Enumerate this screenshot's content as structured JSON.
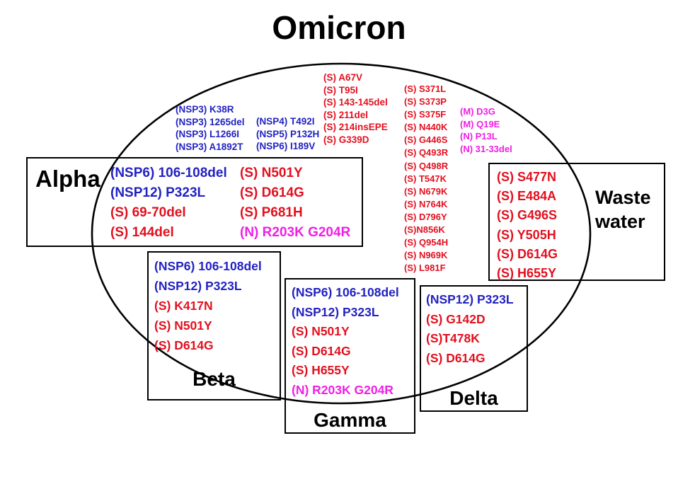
{
  "title": "Omicron",
  "colors": {
    "blue": "#2222C2",
    "red": "#E2101F",
    "magenta": "#EF1FE4",
    "black": "#000000"
  },
  "omicron": {
    "nsp3_column": [
      {
        "text": "(NSP3) K38R",
        "color": "blue"
      },
      {
        "text": "(NSP3) 1265del",
        "color": "blue"
      },
      {
        "text": "(NSP3) L1266I",
        "color": "blue"
      },
      {
        "text": "(NSP3) A1892T",
        "color": "blue"
      }
    ],
    "nsp456_column": [
      {
        "text": "(NSP4) T492I",
        "color": "blue"
      },
      {
        "text": "(NSP5) P132H",
        "color": "blue"
      },
      {
        "text": "(NSP6) I189V",
        "color": "blue"
      }
    ],
    "s_top_column": [
      {
        "text": "(S) A67V",
        "color": "red"
      },
      {
        "text": "(S) T95I",
        "color": "red"
      },
      {
        "text": "(S) 143-145del",
        "color": "red"
      },
      {
        "text": "(S) 211del",
        "color": "red"
      },
      {
        "text": "(S) 214insEPE",
        "color": "red"
      },
      {
        "text": "(S) G339D",
        "color": "red"
      }
    ],
    "s_tall_column": [
      {
        "text": "(S) S371L",
        "color": "red"
      },
      {
        "text": "(S) S373P",
        "color": "red"
      },
      {
        "text": "(S) S375F",
        "color": "red"
      },
      {
        "text": "(S) N440K",
        "color": "red"
      },
      {
        "text": "(S) G446S",
        "color": "red"
      },
      {
        "text": "(S) Q493R",
        "color": "red"
      },
      {
        "text": "(S) Q498R",
        "color": "red"
      },
      {
        "text": "(S) T547K",
        "color": "red"
      },
      {
        "text": "(S) N679K",
        "color": "red"
      },
      {
        "text": "(S) N764K",
        "color": "red"
      },
      {
        "text": "(S) D796Y",
        "color": "red"
      },
      {
        "text": "(S)N856K",
        "color": "red"
      },
      {
        "text": "(S) Q954H",
        "color": "red"
      },
      {
        "text": "(S) N969K",
        "color": "red"
      },
      {
        "text": "(S) L981F",
        "color": "red"
      }
    ],
    "mn_column": [
      {
        "text": "(M) D3G",
        "color": "magenta"
      },
      {
        "text": "(M) Q19E",
        "color": "magenta"
      },
      {
        "text": "(N) P13L",
        "color": "magenta"
      },
      {
        "text": "(N) 31-33del",
        "color": "magenta"
      }
    ]
  },
  "boxes": {
    "alpha": {
      "label": "Alpha",
      "col1": [
        {
          "text": "(NSP6) 106-108del",
          "color": "blue"
        },
        {
          "text": "(NSP12) P323L",
          "color": "blue"
        },
        {
          "text": "(S) 69-70del",
          "color": "red"
        },
        {
          "text": "(S) 144del",
          "color": "red"
        }
      ],
      "col2": [
        {
          "text": "(S) N501Y",
          "color": "red"
        },
        {
          "text": "(S) D614G",
          "color": "red"
        },
        {
          "text": "(S) P681H",
          "color": "red"
        },
        {
          "text": "(N) R203K G204R",
          "color": "magenta"
        }
      ]
    },
    "waste_water": {
      "label_line1": "Waste",
      "label_line2": "water",
      "items": [
        {
          "text": "(S) S477N",
          "color": "red"
        },
        {
          "text": "(S) E484A",
          "color": "red"
        },
        {
          "text": "(S) G496S",
          "color": "red"
        },
        {
          "text": "(S) Y505H",
          "color": "red"
        },
        {
          "text": "(S) D614G",
          "color": "red"
        },
        {
          "text": "(S) H655Y",
          "color": "red"
        }
      ]
    },
    "beta": {
      "label": "Beta",
      "items": [
        {
          "text": "(NSP6) 106-108del",
          "color": "blue"
        },
        {
          "text": "(NSP12) P323L",
          "color": "blue"
        },
        {
          "text": "(S) K417N",
          "color": "red"
        },
        {
          "text": "(S) N501Y",
          "color": "red"
        },
        {
          "text": "(S) D614G",
          "color": "red"
        }
      ]
    },
    "gamma": {
      "label": "Gamma",
      "items": [
        {
          "text": "(NSP6) 106-108del",
          "color": "blue"
        },
        {
          "text": "(NSP12) P323L",
          "color": "blue"
        },
        {
          "text": "(S) N501Y",
          "color": "red"
        },
        {
          "text": "(S) D614G",
          "color": "red"
        },
        {
          "text": "(S) H655Y",
          "color": "red"
        },
        {
          "text": "(N) R203K G204R",
          "color": "magenta"
        }
      ]
    },
    "delta": {
      "label": "Delta",
      "items": [
        {
          "text": "(NSP12) P323L",
          "color": "blue"
        },
        {
          "text": "(S) G142D",
          "color": "red"
        },
        {
          "text": "(S)T478K",
          "color": "red"
        },
        {
          "text": "(S) D614G",
          "color": "red"
        }
      ]
    }
  }
}
